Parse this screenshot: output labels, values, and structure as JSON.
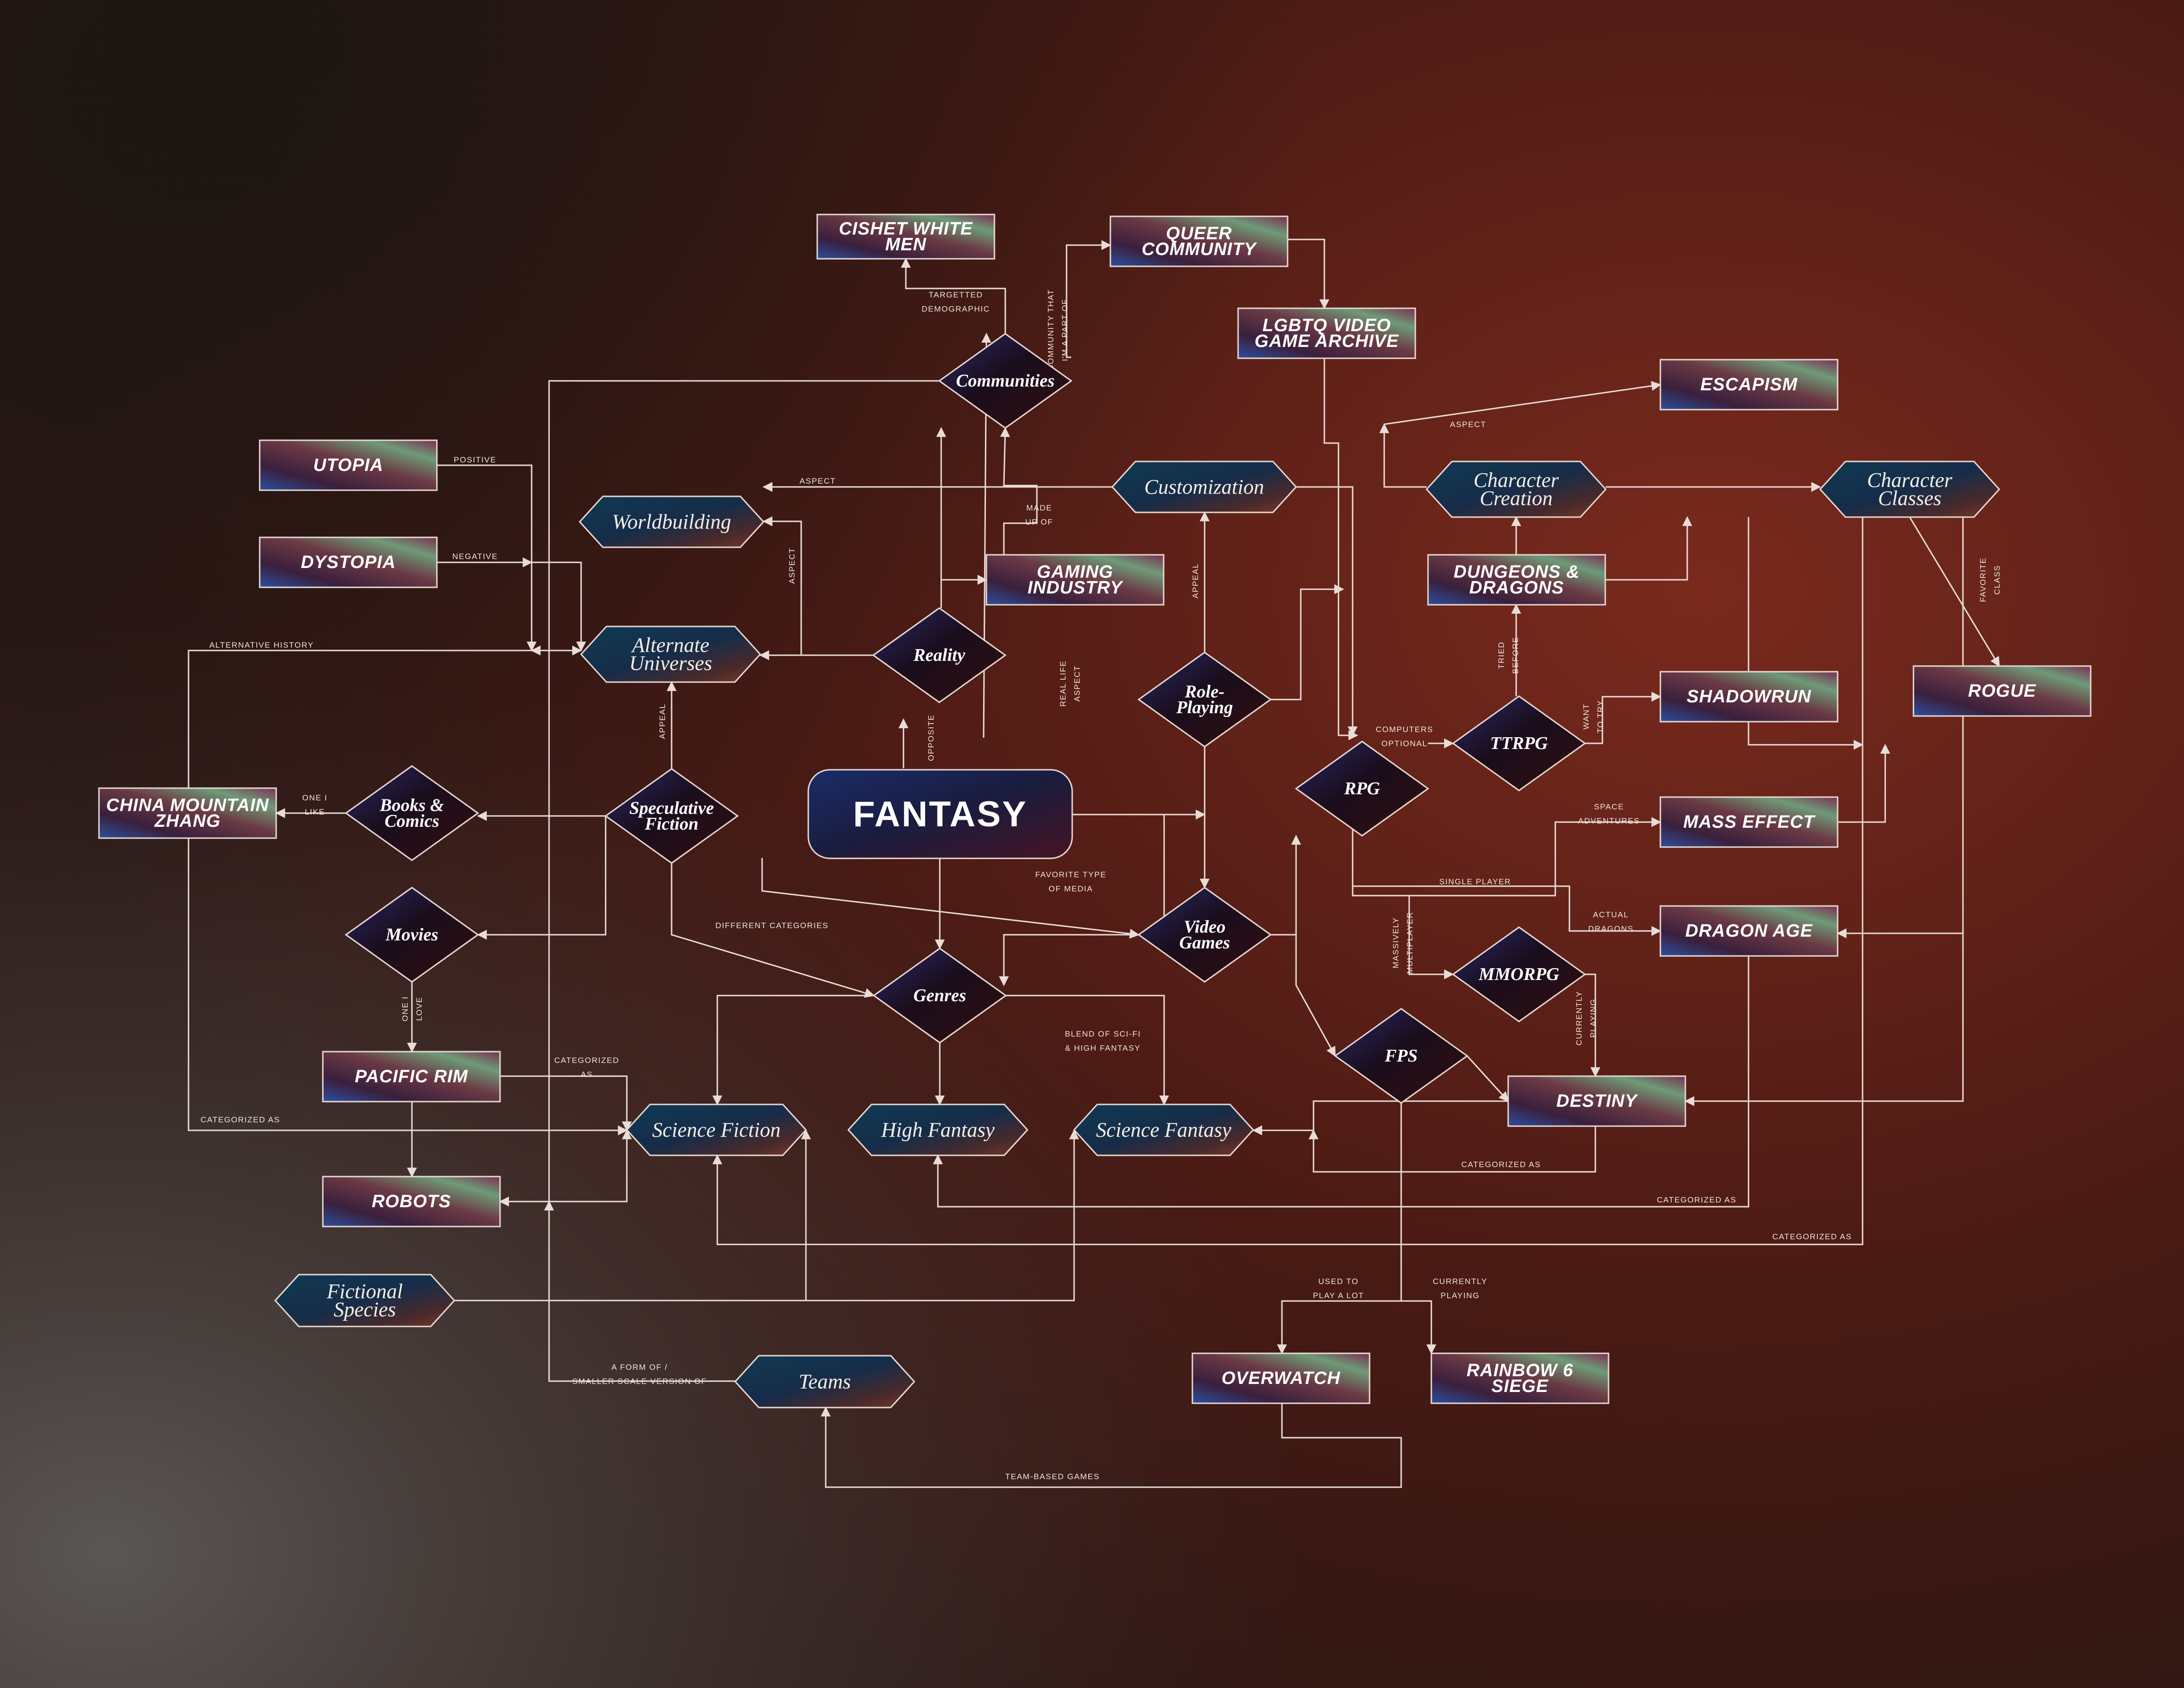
{
  "colors": {
    "background": "#3a1712",
    "accent": "#1c2a52",
    "line": "#e9dcd6"
  },
  "nodes": {
    "fantasy": [
      "FANTASY"
    ],
    "cishet": [
      "CISHET WHITE",
      "MEN"
    ],
    "queer": [
      "QUEER",
      "COMMUNITY"
    ],
    "lgbtq_archive": [
      "LGBTQ VIDEO",
      "GAME ARCHIVE"
    ],
    "escapism": [
      "ESCAPISM"
    ],
    "utopia": [
      "UTOPIA"
    ],
    "dystopia": [
      "DYSTOPIA"
    ],
    "gaming_industry": [
      "GAMING",
      "INDUSTRY"
    ],
    "dnd": [
      "DUNGEONS &",
      "DRAGONS"
    ],
    "shadowrun": [
      "SHADOWRUN"
    ],
    "rogue": [
      "ROGUE"
    ],
    "china_mountain": [
      "CHINA MOUNTAIN",
      "ZHANG"
    ],
    "mass_effect": [
      "MASS EFFECT"
    ],
    "dragon_age": [
      "DRAGON AGE"
    ],
    "pacific_rim": [
      "PACIFIC RIM"
    ],
    "destiny": [
      "DESTINY"
    ],
    "robots": [
      "ROBOTS"
    ],
    "overwatch": [
      "OVERWATCH"
    ],
    "rainbow6": [
      "RAINBOW 6",
      "SIEGE"
    ],
    "worldbuilding": [
      "Worldbuilding"
    ],
    "customization": [
      "Customization"
    ],
    "character_creation": [
      "Character",
      "Creation"
    ],
    "character_classes": [
      "Character",
      "Classes"
    ],
    "alternate_universes": [
      "Alternate",
      "Universes"
    ],
    "science_fiction": [
      "Science Fiction"
    ],
    "high_fantasy": [
      "High Fantasy"
    ],
    "science_fantasy": [
      "Science Fantasy"
    ],
    "fictional_species": [
      "Fictional",
      "Species"
    ],
    "teams": [
      "Teams"
    ],
    "communities": [
      "Communities"
    ],
    "reality": [
      "Reality"
    ],
    "role_playing": [
      "Role-",
      "Playing"
    ],
    "ttrpg": [
      "TTRPG"
    ],
    "rpg": [
      "RPG"
    ],
    "books_comics": [
      "Books &",
      "Comics"
    ],
    "speculative_fiction": [
      "Speculative",
      "Fiction"
    ],
    "movies": [
      "Movies"
    ],
    "genres": [
      "Genres"
    ],
    "video_games": [
      "Video",
      "Games"
    ],
    "mmorpg": [
      "MMORPG"
    ],
    "fps": [
      "FPS"
    ]
  },
  "edge_labels": {
    "targetted": [
      "TARGETTED",
      "DEMOGRAPHIC"
    ],
    "community_part": [
      "COMMUNITY THAT",
      "I'M A PART OF"
    ],
    "aspect_customization": [
      "ASPECT"
    ],
    "aspect_worldbuilding": [
      "ASPECT"
    ],
    "aspect_reality": [
      "ASPECT"
    ],
    "positive": [
      "POSITIVE"
    ],
    "negative": [
      "NEGATIVE"
    ],
    "made_up_of": [
      "MADE",
      "UP OF"
    ],
    "appeal_roleplay": [
      "APPEAL"
    ],
    "appeal_specfic": [
      "APPEAL"
    ],
    "alternative_history": [
      "ALTERNATIVE HISTORY"
    ],
    "real_life_aspect": [
      "REAL LIFE",
      "ASPECT"
    ],
    "opposite": [
      "OPPOSITE"
    ],
    "tried_before": [
      "TRIED",
      "BEFORE"
    ],
    "favorite_class": [
      "FAVORITE",
      "CLASS"
    ],
    "want_to_try": [
      "WANT",
      "TO TRY"
    ],
    "computers_optional": [
      "COMPUTERS",
      "OPTIONAL"
    ],
    "one_i_like": [
      "ONE I",
      "LIKE"
    ],
    "space_adventures": [
      "SPACE",
      "ADVENTURES"
    ],
    "favorite_media": [
      "FAVORITE TYPE",
      "OF MEDIA"
    ],
    "single_player": [
      "SINGLE PLAYER"
    ],
    "different_categories": [
      "DIFFERENT CATEGORIES"
    ],
    "actual_dragons": [
      "ACTUAL",
      "DRAGONS"
    ],
    "massively_multiplayer": [
      "MASSIVELY",
      "MULTIPLAYER"
    ],
    "one_i_love": [
      "ONE I",
      "LOVE"
    ],
    "currently_playing": [
      "CURRENTLY",
      "PLAYING"
    ],
    "blend": [
      "BLEND OF SCI-FI",
      "& HIGH FANTASY"
    ],
    "categorized_pacific": [
      "CATEGORIZED",
      "AS"
    ],
    "categorized_china": [
      "CATEGORIZED AS"
    ],
    "categorized_destiny": [
      "CATEGORIZED AS"
    ],
    "categorized_dragon_age": [
      "CATEGORIZED AS"
    ],
    "categorized_mass_effect": [
      "CATEGORIZED AS"
    ],
    "used_to_play": [
      "USED TO",
      "PLAY A LOT"
    ],
    "currently_playing_r6": [
      "CURRENTLY",
      "PLAYING"
    ],
    "form_of": [
      "A FORM OF /",
      "SMALLER SCALE VERSION OF"
    ],
    "team_based": [
      "TEAM-BASED GAMES"
    ]
  }
}
